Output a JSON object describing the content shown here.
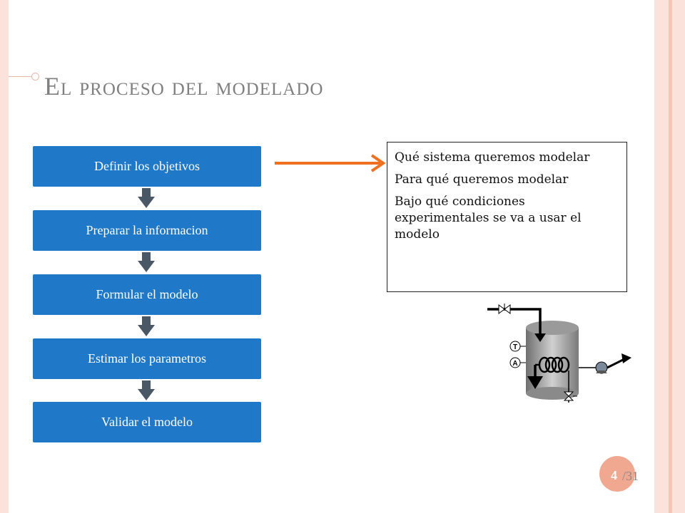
{
  "slide": {
    "title": "El proceso del modelado",
    "page_number": "4",
    "page_total": "/31"
  },
  "flow": {
    "steps": [
      "Definir los objetivos",
      "Preparar la informacion",
      "Formular el modelo",
      "Estimar los parametros",
      "Validar el modelo"
    ]
  },
  "objectives": {
    "items": [
      "Qué sistema queremos modelar",
      "Para qué queremos modelar",
      "Bajo qué condiciones experimentales se va a usar el modelo"
    ]
  },
  "diagram": {
    "sensor_labels": [
      "T",
      "A"
    ]
  },
  "colors": {
    "step_fill": "#1f78c8",
    "arrow_orange": "#f07020",
    "arrow_gray": "#4a5866",
    "accent_frame": "#fbe3dc",
    "page_badge": "#f0a890"
  }
}
